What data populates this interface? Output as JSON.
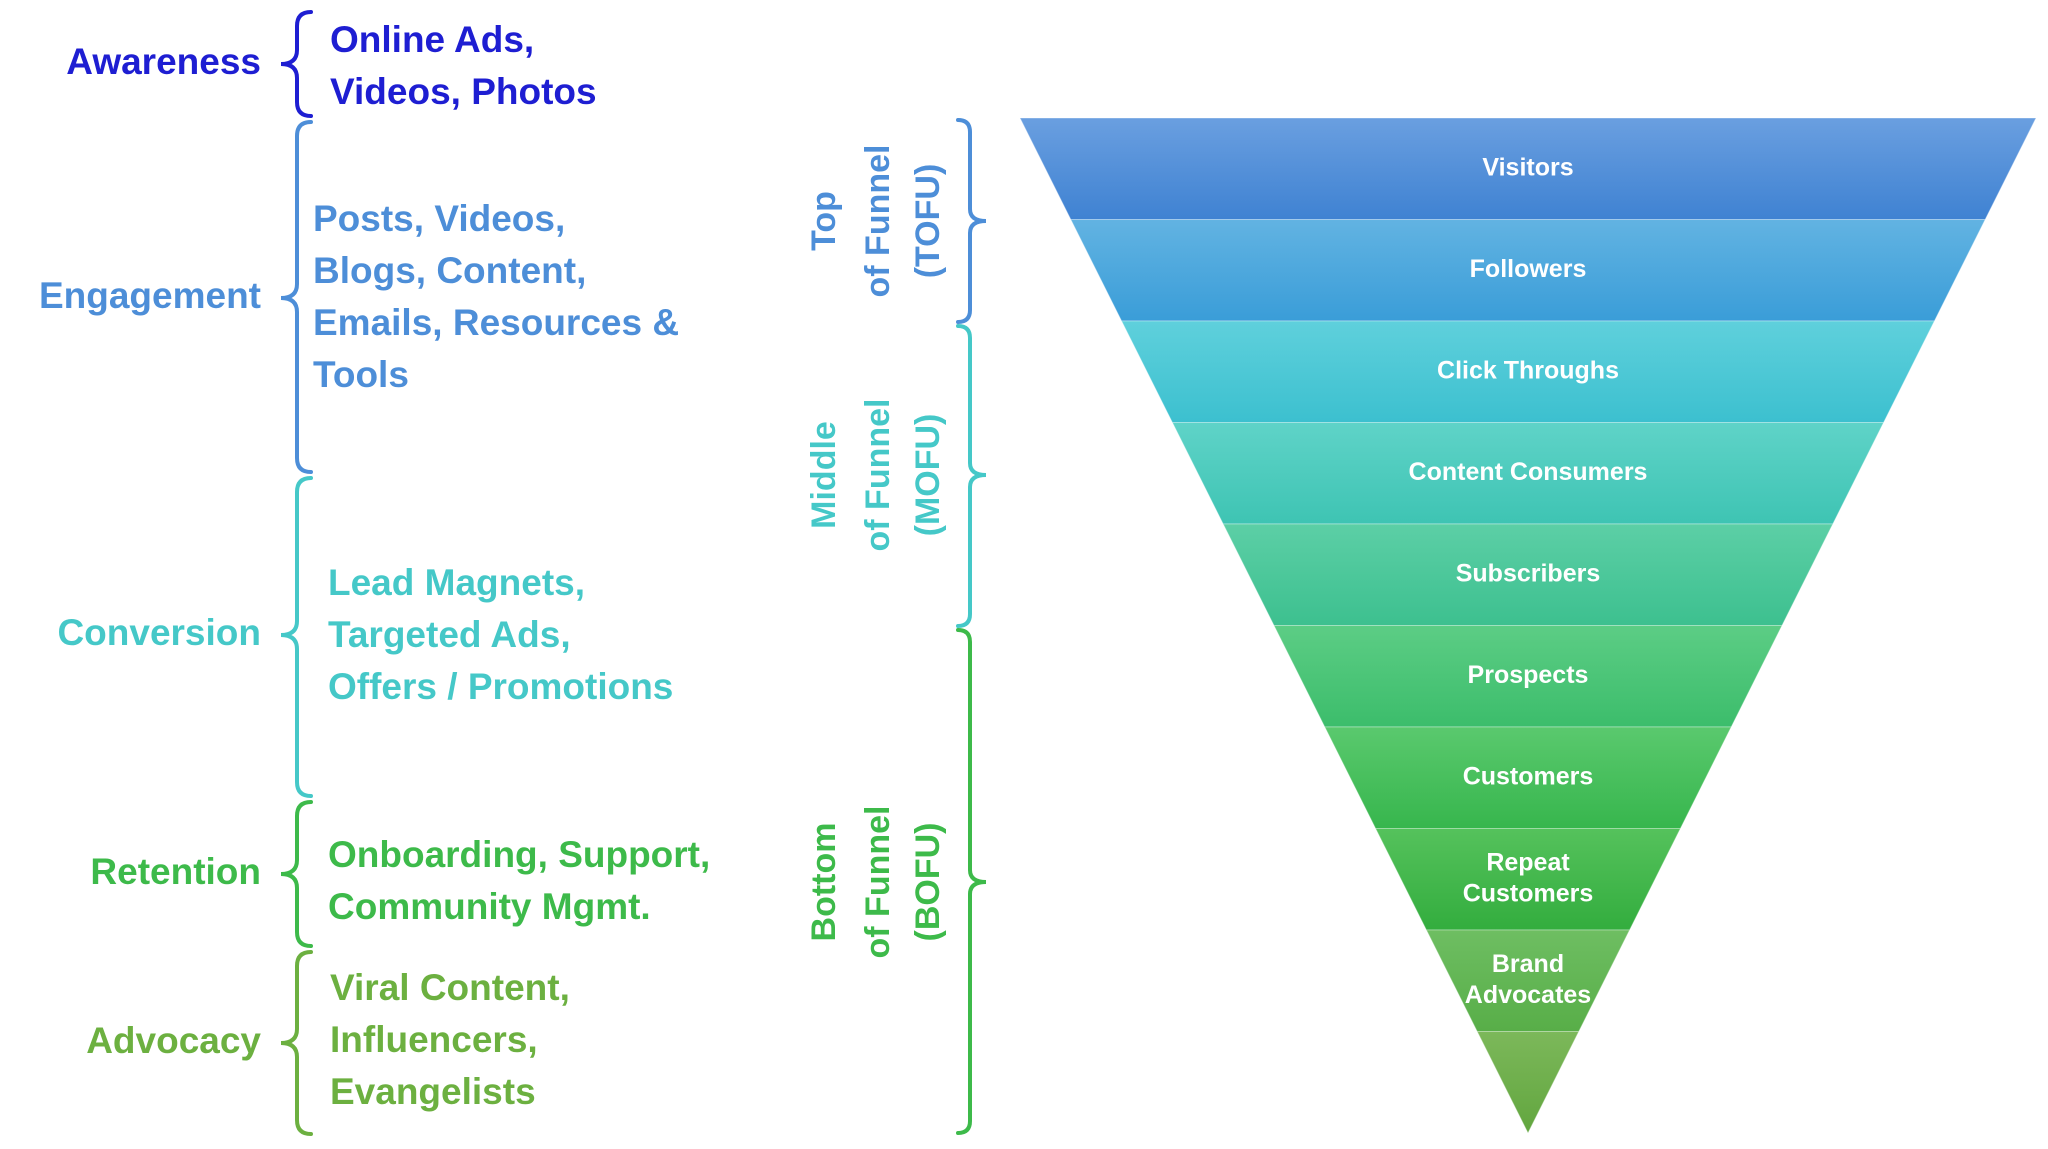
{
  "colors": {
    "awareness": "#1e1ed2",
    "engagement": "#4d8ed8",
    "conversion": "#45c8c8",
    "retention": "#3dba4a",
    "advocacy": "#6cb040",
    "tofu": "#4d8ed8",
    "mofu": "#45c8c8",
    "bofu": "#3dba4a"
  },
  "stages": [
    {
      "id": "awareness",
      "label": "Awareness",
      "tactics": [
        "Online Ads,",
        "Videos, Photos"
      ]
    },
    {
      "id": "engagement",
      "label": "Engagement",
      "tactics": [
        "Posts, Videos,",
        "Blogs, Content,",
        "Emails, Resources &",
        "Tools"
      ]
    },
    {
      "id": "conversion",
      "label": "Conversion",
      "tactics": [
        "Lead Magnets,",
        "Targeted Ads,",
        "Offers /  Promotions"
      ]
    },
    {
      "id": "retention",
      "label": "Retention",
      "tactics": [
        "Onboarding, Support,",
        "Community Mgmt."
      ]
    },
    {
      "id": "advocacy",
      "label": "Advocacy",
      "tactics": [
        "Viral Content,",
        "Influencers,",
        "Evangelists"
      ]
    }
  ],
  "funnel_groups": [
    {
      "id": "tofu",
      "lines": [
        "Top",
        "of Funnel",
        "(TOFU)"
      ]
    },
    {
      "id": "mofu",
      "lines": [
        "Middle",
        "of Funnel",
        "(MOFU)"
      ]
    },
    {
      "id": "bofu",
      "lines": [
        "Bottom",
        "of Funnel",
        "(BOFU)"
      ]
    }
  ],
  "funnel_layers": [
    {
      "lines": [
        "Visitors"
      ],
      "color_top": "#6a9fe0",
      "color_bottom": "#3f82d2"
    },
    {
      "lines": [
        "Followers"
      ],
      "color_top": "#62b3e2",
      "color_bottom": "#3a9dd8"
    },
    {
      "lines": [
        "Click Throughs"
      ],
      "color_top": "#5fd0dc",
      "color_bottom": "#3cc0cf"
    },
    {
      "lines": [
        "Content Consumers"
      ],
      "color_top": "#5fd3c8",
      "color_bottom": "#3ec4b3"
    },
    {
      "lines": [
        "Subscribers"
      ],
      "color_top": "#5ccfa6",
      "color_bottom": "#3dc08f"
    },
    {
      "lines": [
        "Prospects"
      ],
      "color_top": "#5ccd85",
      "color_bottom": "#3cbd6b"
    },
    {
      "lines": [
        "Customers"
      ],
      "color_top": "#5ac96e",
      "color_bottom": "#37b64d"
    },
    {
      "lines": [
        "Repeat",
        "Customers"
      ],
      "color_top": "#55c25c",
      "color_bottom": "#33ad3e"
    },
    {
      "lines": [
        "Brand",
        "Advocates"
      ],
      "color_top": "#6ebe62",
      "color_bottom": "#58ae48"
    },
    {
      "lines": [],
      "color_top": "#7cb85a",
      "color_bottom": "#62a63f"
    }
  ]
}
